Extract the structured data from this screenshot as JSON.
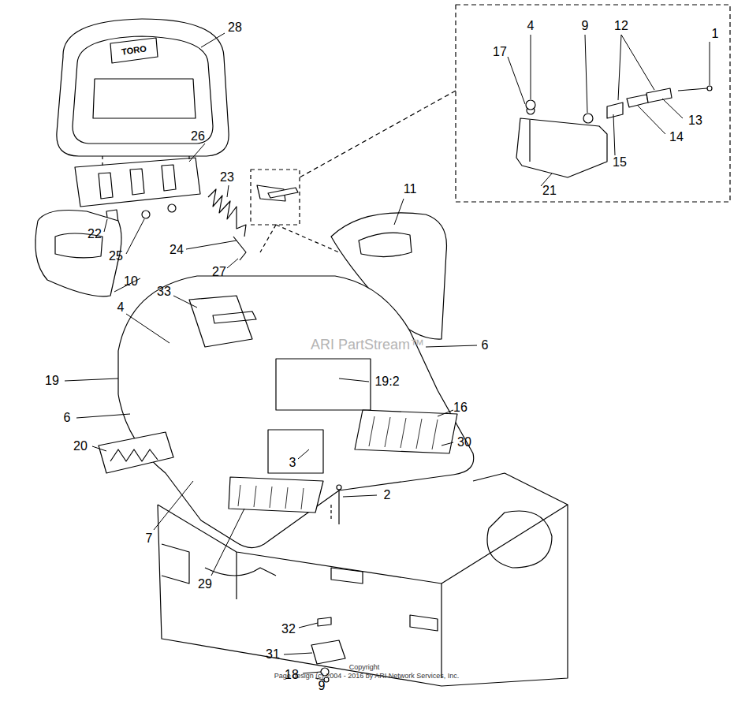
{
  "diagram": {
    "labels": [
      "28",
      "TORO",
      "4",
      "9",
      "12",
      "1",
      "17",
      "13",
      "14",
      "15",
      "21",
      "26",
      "23",
      "11",
      "22",
      "25",
      "24",
      "27",
      "10",
      "33",
      "4",
      "ARI PartStream™",
      "6",
      "19",
      "19:2",
      "6",
      "16",
      "30",
      "20",
      "3",
      "2",
      "7",
      "29",
      "32",
      "31",
      "Copyright",
      "Page design (c) 2004 - 2016 by ARI Network Services, Inc.",
      "18",
      "9"
    ]
  }
}
